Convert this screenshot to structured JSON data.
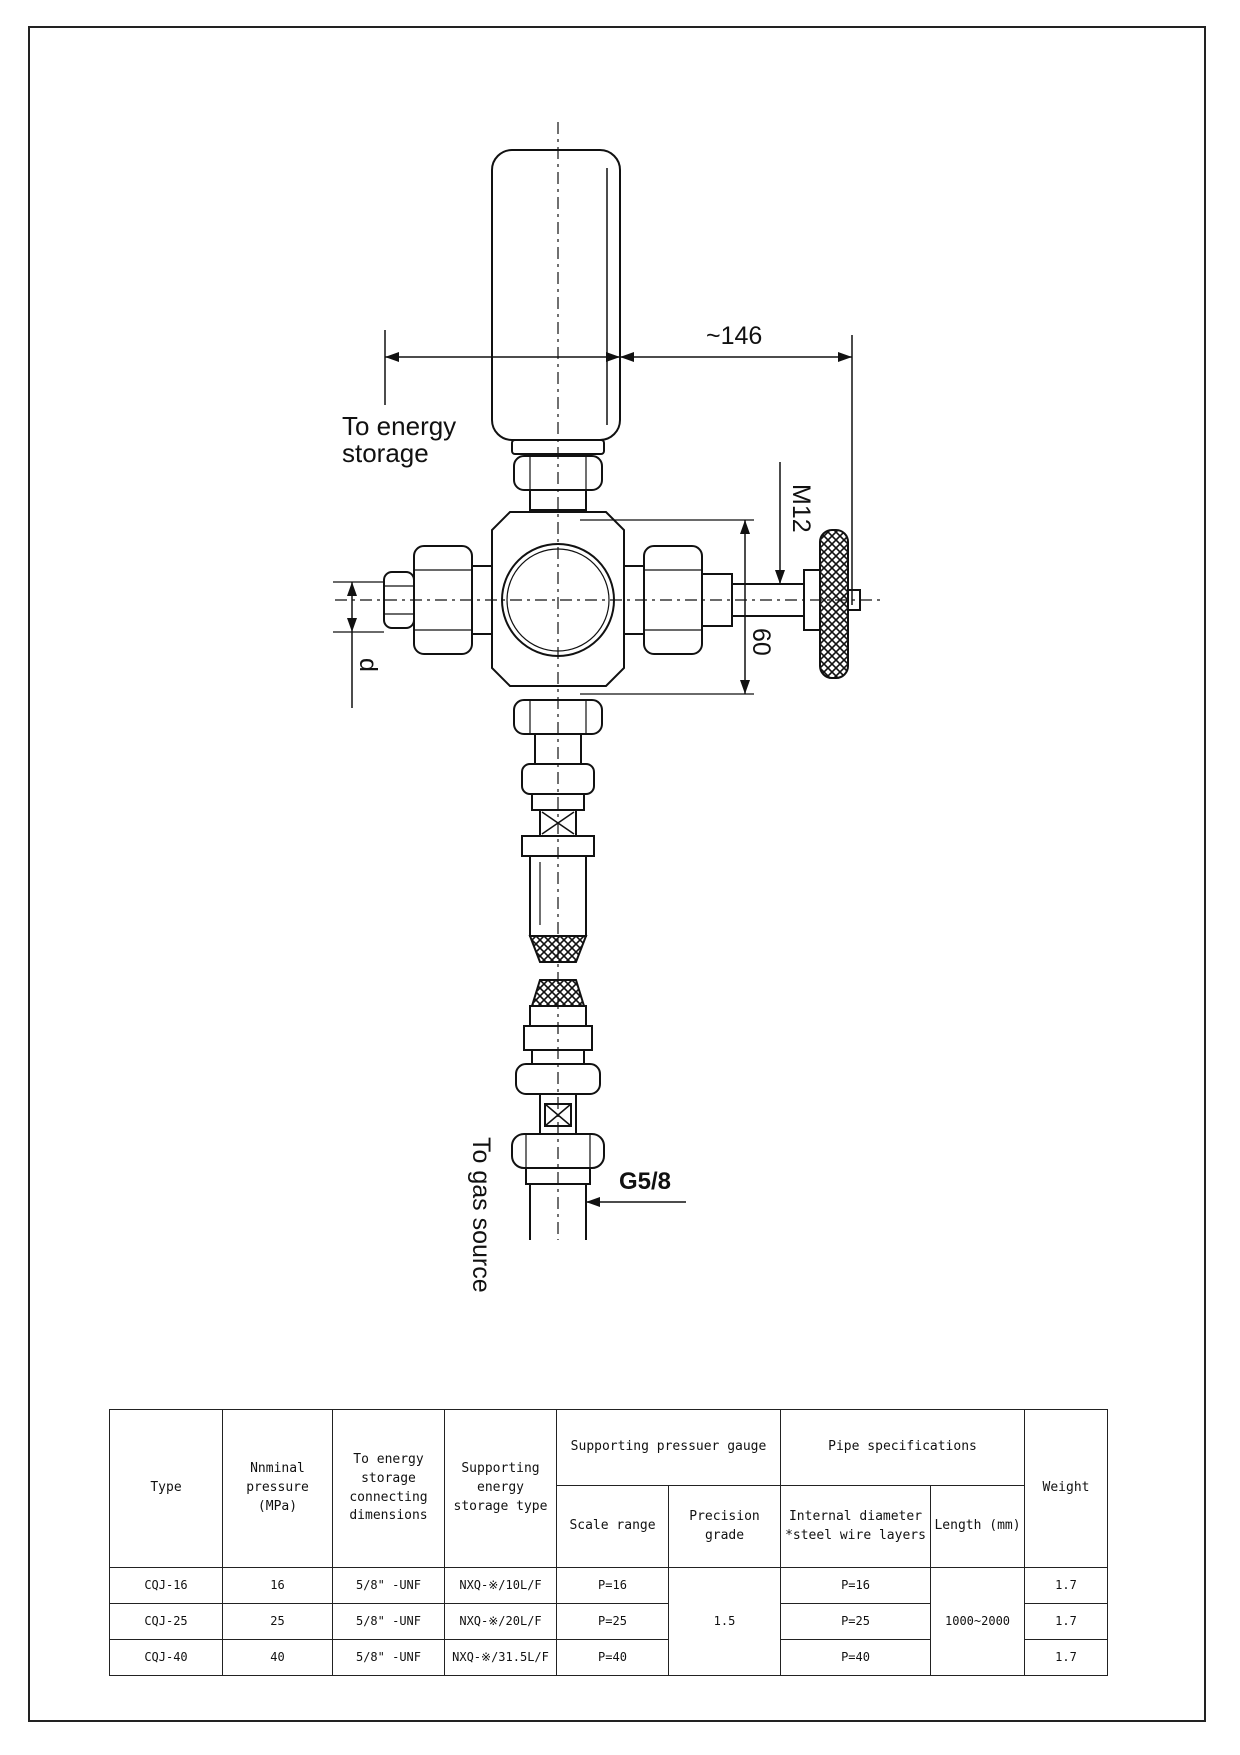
{
  "diagram": {
    "labels": {
      "to_energy_storage": "To energy\nstorage",
      "dim_146": "~146",
      "m12": "M12",
      "dim_60": "60",
      "d": "d",
      "to_gas_source": "To gas source",
      "g58": "G5/8"
    }
  },
  "table": {
    "headers": {
      "type": "Type",
      "nominal_pressure": "Nnminal pressure (MPa)",
      "connecting_dimensions": "To energy storage connecting dimensions",
      "storage_type": "Supporting energy storage type",
      "gauge_group": "Supporting pressuer gauge",
      "scale_range": "Scale range",
      "precision_grade": "Precision grade",
      "pipe_group": "Pipe specifications",
      "internal_diameter": "Internal diameter *steel wire layers",
      "length": "Length (mm)",
      "weight": "Weight"
    },
    "rows": [
      {
        "type": "CQJ-16",
        "pressure": "16",
        "conn": "5/8\" -UNF",
        "storage": "NXQ-※/10L/F",
        "scale": "P=16",
        "pipe": "P=16",
        "weight": "1.7"
      },
      {
        "type": "CQJ-25",
        "pressure": "25",
        "conn": "5/8\" -UNF",
        "storage": "NXQ-※/20L/F",
        "scale": "P=25",
        "pipe": "P=25",
        "weight": "1.7"
      },
      {
        "type": "CQJ-40",
        "pressure": "40",
        "conn": "5/8\" -UNF",
        "storage": "NXQ-※/31.5L/F",
        "scale": "P=40",
        "pipe": "P=40",
        "weight": "1.7"
      }
    ],
    "precision_value": "1.5",
    "length_value": "1000~2000"
  }
}
